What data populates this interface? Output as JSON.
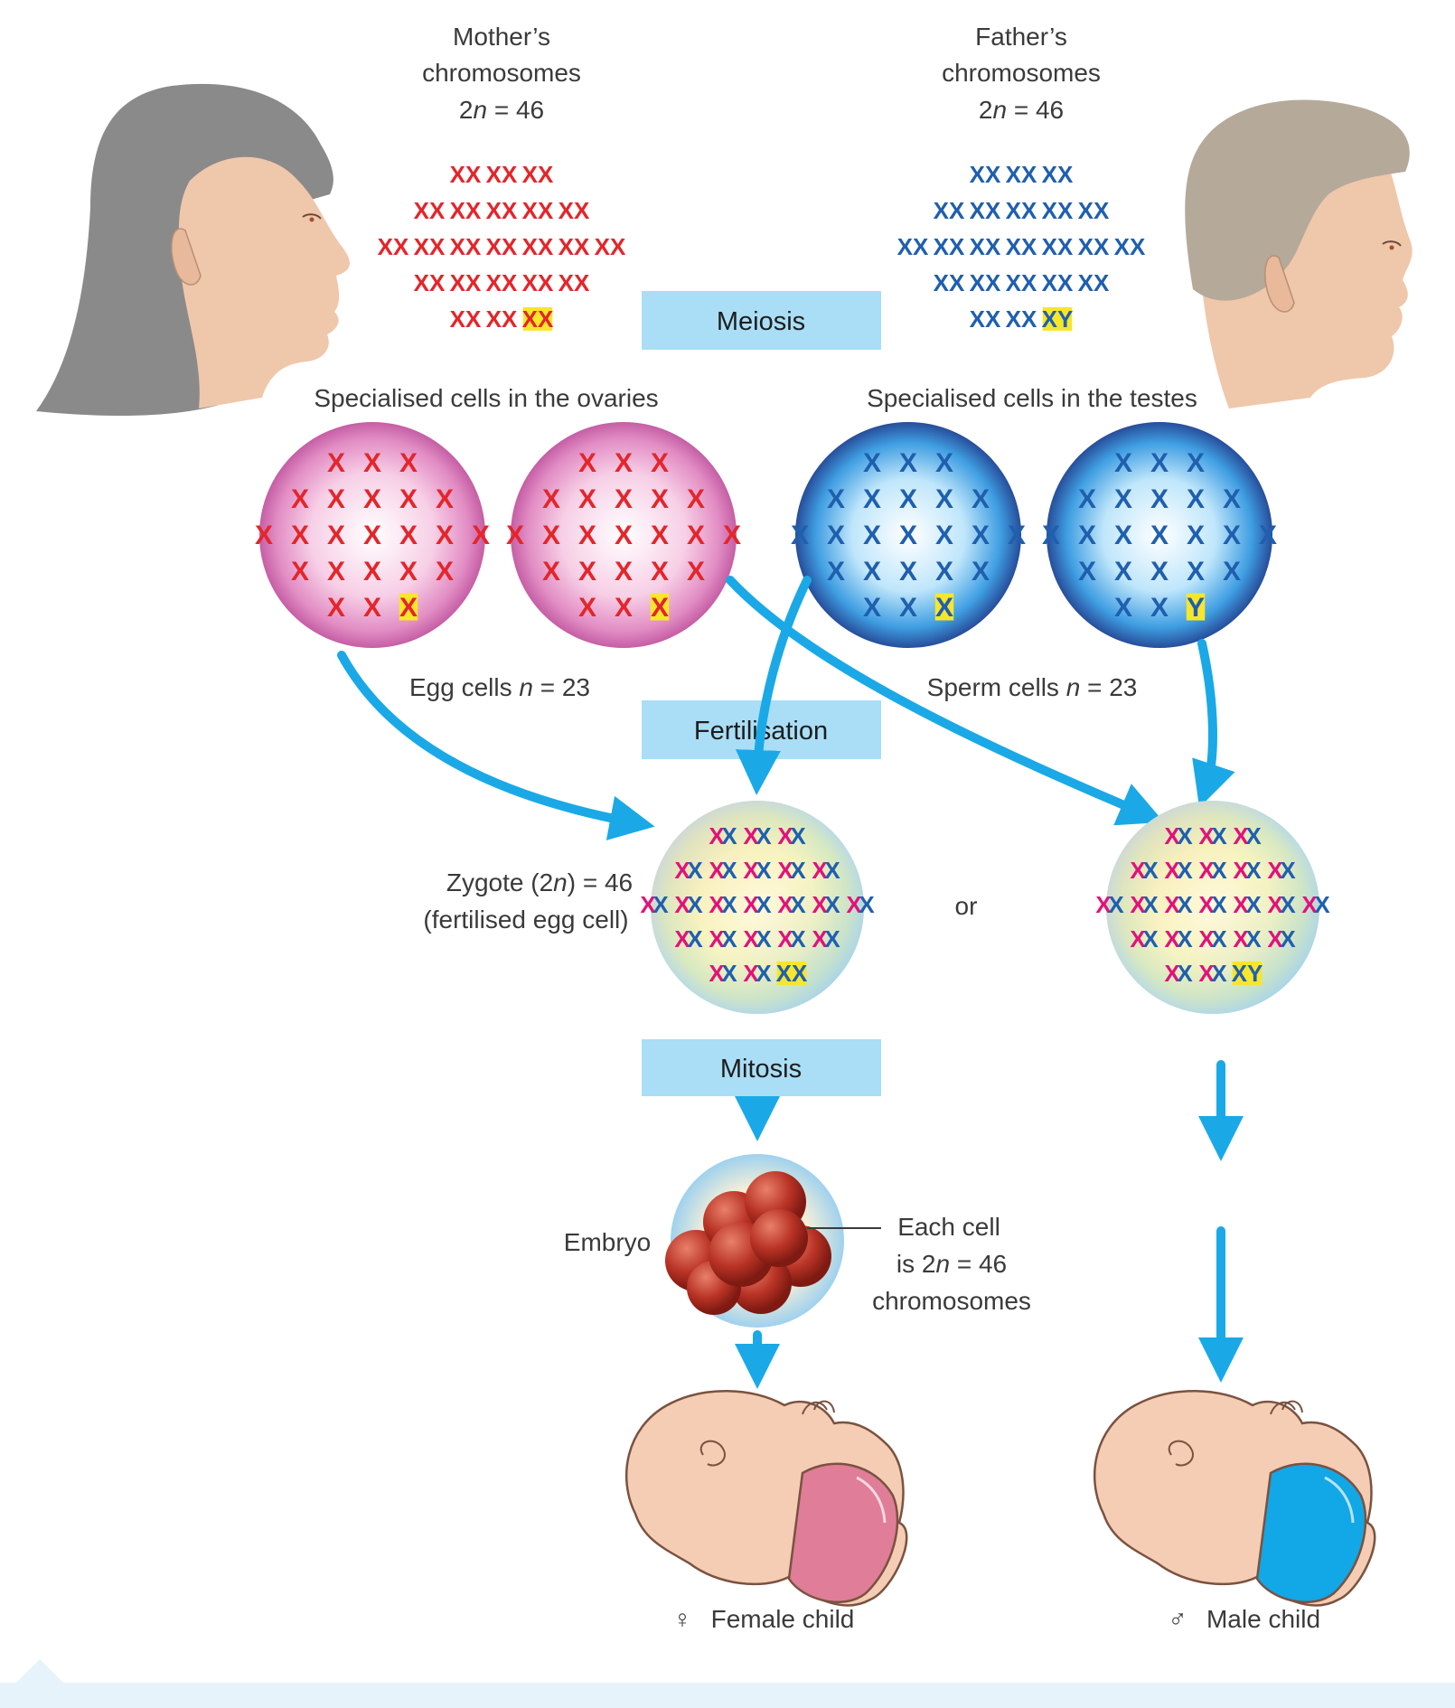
{
  "labels": {
    "mother_line1": "Mother’s",
    "mother_line2": "chromosomes",
    "mother_line3_pre": "2",
    "mother_line3_n": "n",
    "mother_line3_post": " = 46",
    "father_line1": "Father’s",
    "father_line2": "chromosomes",
    "father_line3_pre": "2",
    "father_line3_n": "n",
    "father_line3_post": " = 46",
    "ovaries": "Specialised cells in the ovaries",
    "testes": "Specialised cells in the testes",
    "egg_pre": "Egg cells ",
    "egg_n": "n",
    "egg_post": " = 23",
    "sperm_pre": "Sperm cells ",
    "sperm_n": "n",
    "sperm_post": " = 23",
    "zygote_pre": "Zygote (2",
    "zygote_n": "n",
    "zygote_post": ") = 46",
    "zygote_line2": "(fertilised egg cell)",
    "or": "or",
    "embryo": "Embryo",
    "each_cell_line1": "Each cell",
    "each_cell_line2_pre": "is 2",
    "each_cell_line2_n": "n",
    "each_cell_line2_post": " = 46",
    "each_cell_line3": "chromosomes",
    "female_symbol": "♀",
    "female": "Female child",
    "male_symbol": "♂",
    "male": "Male child"
  },
  "process_boxes": {
    "meiosis": "Meiosis",
    "fertilisation": "Fertilisation",
    "mitosis": "Mitosis"
  },
  "chromosome_glyphs": {
    "pair": "XX",
    "single": "X",
    "sex_mother": "XX",
    "sex_father": "XY",
    "y": "Y"
  },
  "colors": {
    "maternal": "#e3262b",
    "paternal": "#1f5fae",
    "zygote_maternal": "#e0127a",
    "zygote_paternal": "#1f5fae",
    "sex_highlight": "#f7e62a",
    "arrow": "#1aa9e6",
    "process_box": "#a9def6",
    "female_diaper": "#e07d98",
    "male_diaper": "#12a7e6"
  },
  "icons": {
    "mother": "woman-profile-icon",
    "father": "man-profile-icon",
    "female_baby": "baby-icon",
    "male_baby": "baby-icon"
  }
}
